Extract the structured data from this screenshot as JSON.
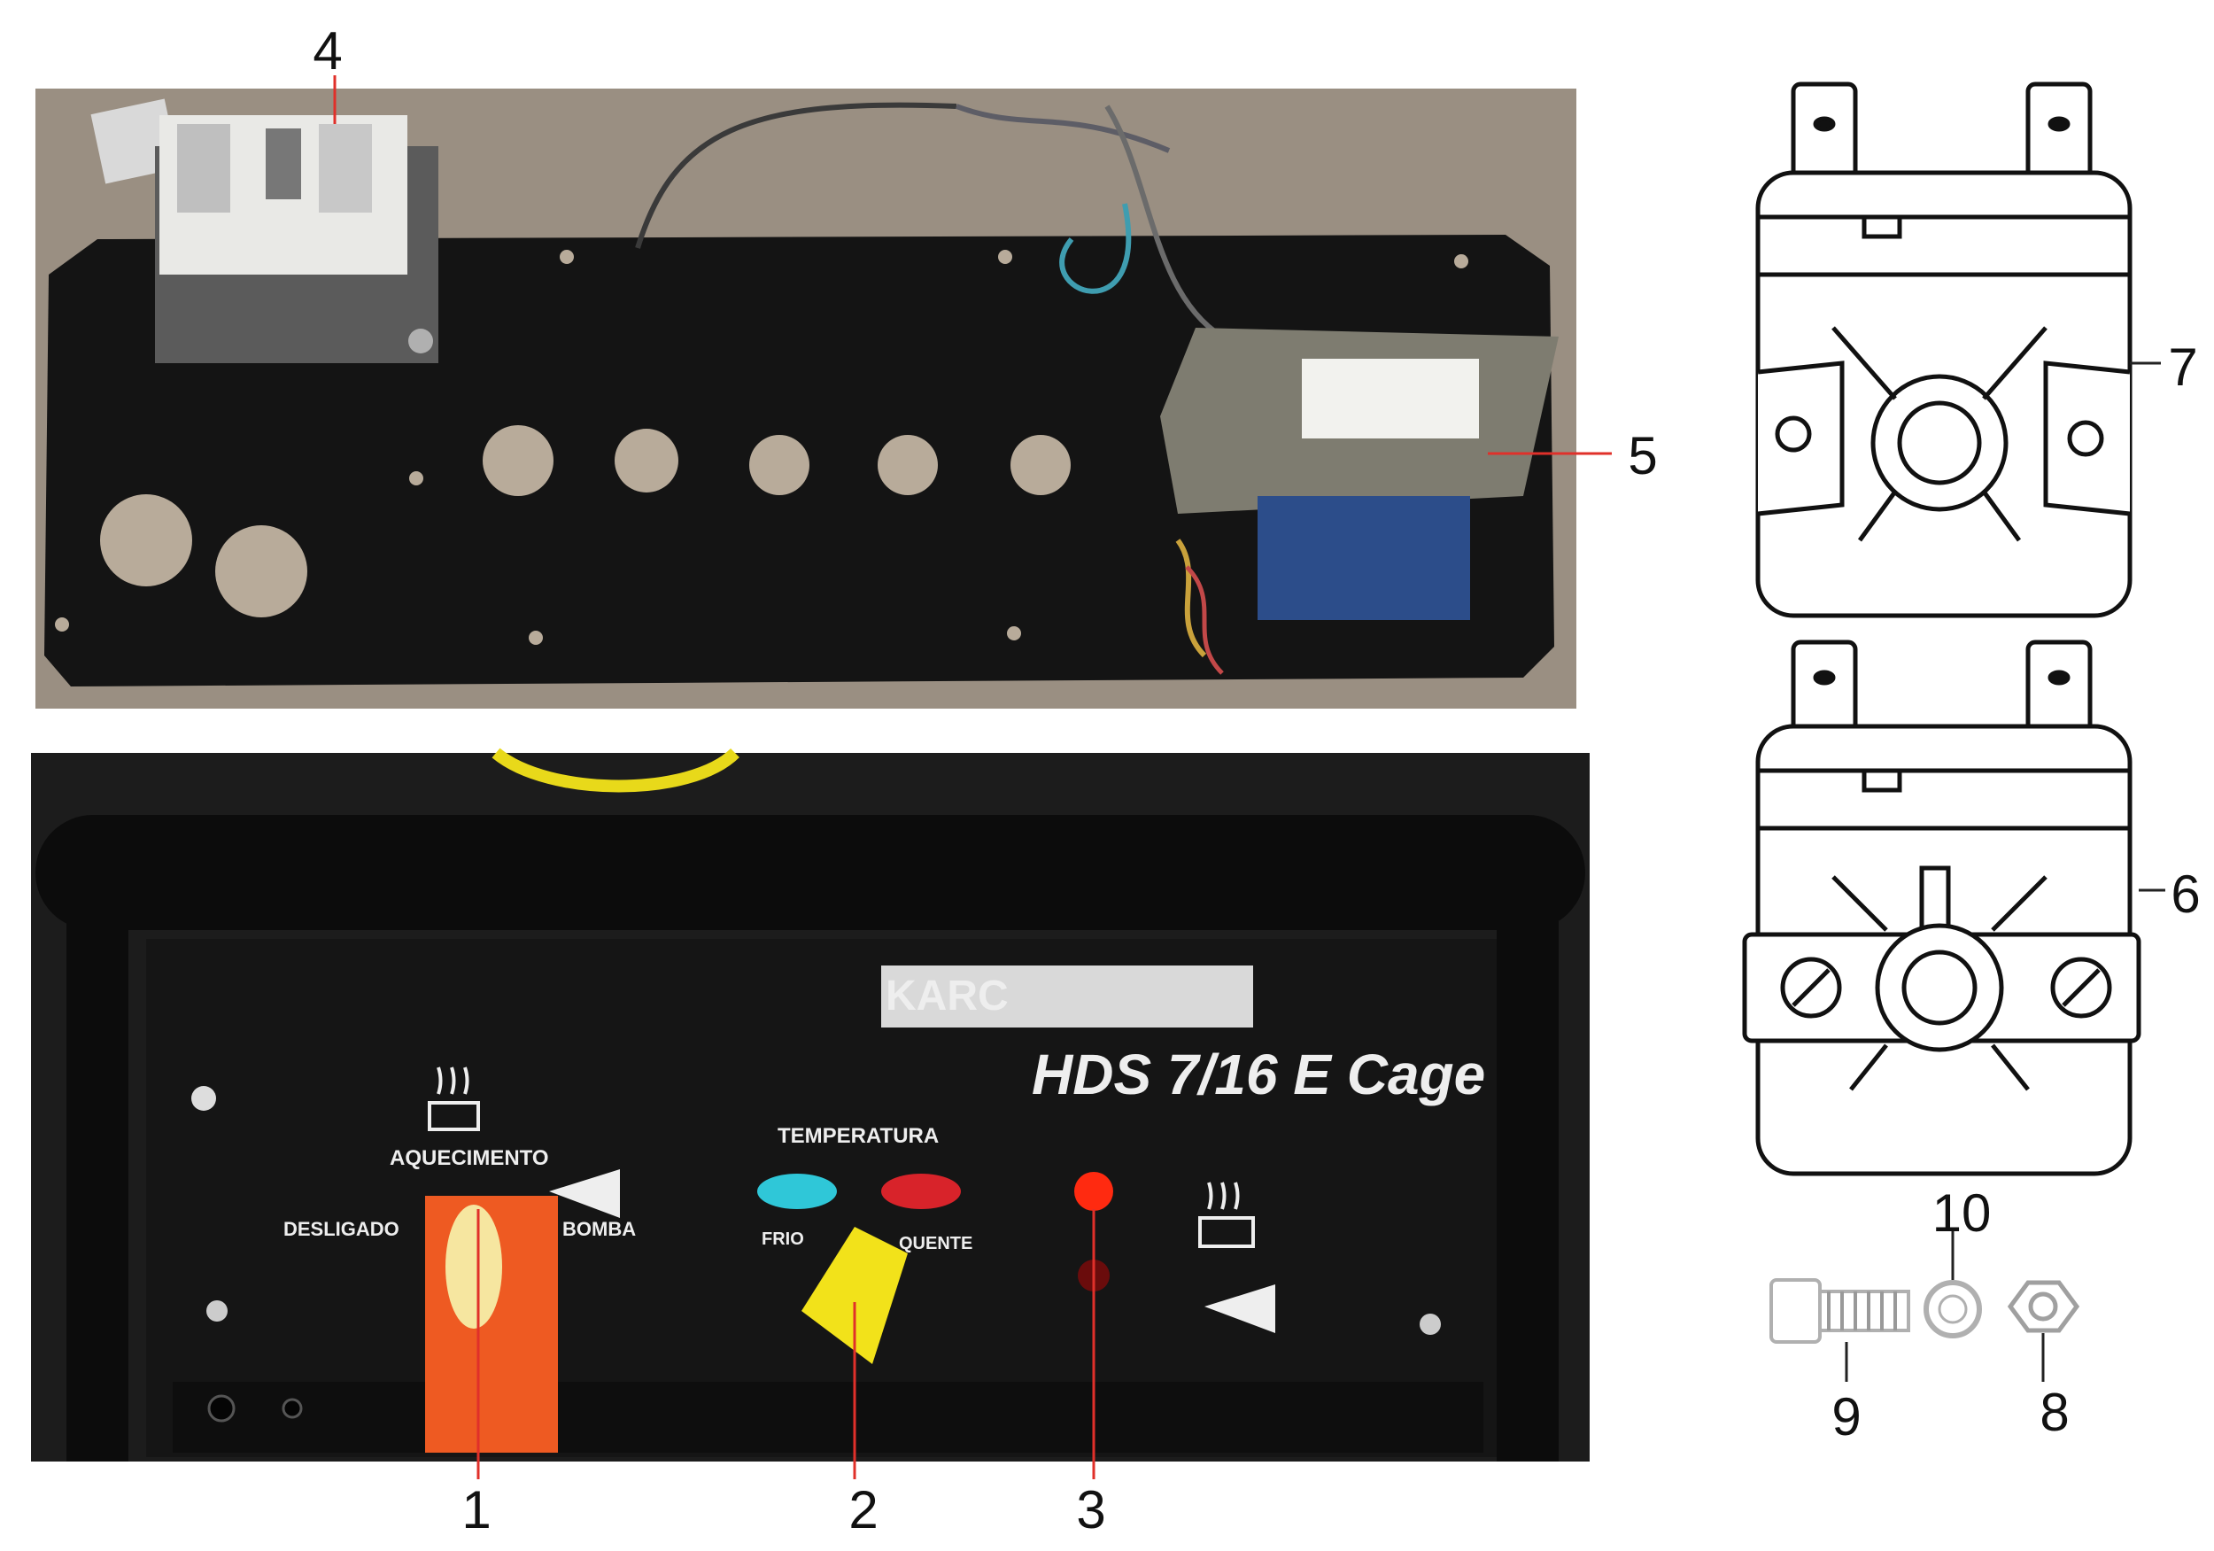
{
  "colors": {
    "background": "#ffffff",
    "photo_floor": "#9a8f82",
    "plate": "#141414",
    "leader_red": "#e0302a",
    "leader_dark": "#222222",
    "knob_yellow": "#f2e21a",
    "tag_orange": "#ee5a22",
    "lamp_red": "#ff2a10"
  },
  "callouts": {
    "c1": "1",
    "c2": "2",
    "c3": "3",
    "c4": "4",
    "c5": "5",
    "c6": "6",
    "c7": "7",
    "c8": "8",
    "c9": "9",
    "c10": "10"
  },
  "panel_labels": {
    "model": "HDS 7/16 E Cage",
    "brand": "KARC",
    "temperature": "TEMPERATURA",
    "heating": "AQUECIMENTO",
    "off": "DESLIGADO",
    "pump": "BOMBA",
    "cold": "FRIO",
    "hot": "QUENTE"
  }
}
